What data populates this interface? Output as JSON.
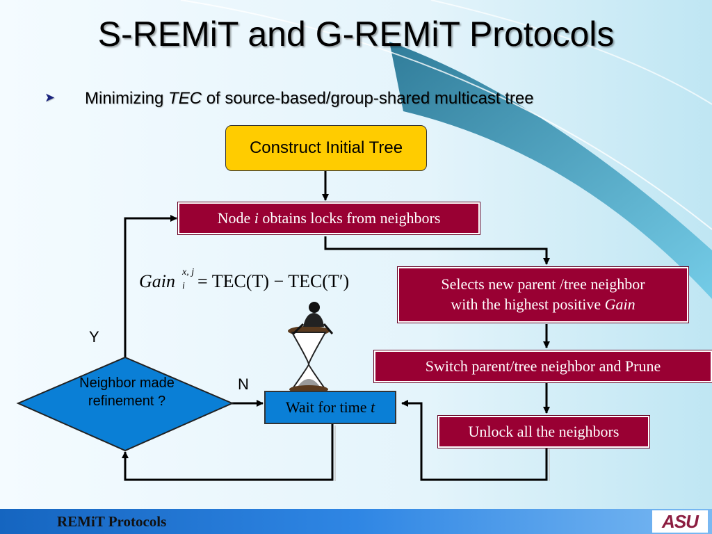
{
  "slide": {
    "title": "S-REMiT and G-REMiT Protocols",
    "bullet": {
      "prefix": "Minimizing ",
      "emphasis": "TEC",
      "suffix": " of source-based/group-shared multicast tree"
    }
  },
  "flowchart": {
    "construct": "Construct Initial Tree",
    "locks_prefix": "Node ",
    "locks_var": "i",
    "locks_suffix": " obtains locks from neighbors",
    "select_line1": "Selects new parent /tree neighbor",
    "select_line2_prefix": "with the highest positive ",
    "select_line2_var": "Gain",
    "switch": "Switch parent/tree neighbor and Prune",
    "unlock": "Unlock all the neighbors",
    "wait_prefix": "Wait for time ",
    "wait_var": "t",
    "decision": "Neighbor made refinement ?",
    "yes_label": "Y",
    "no_label": "N"
  },
  "formula": {
    "base": "Gain",
    "superscript": "x, j",
    "subscript": "i",
    "body": "= TEC(T) − TEC(T′)"
  },
  "footer": {
    "text": "REMiT Protocols",
    "logo": "ASU"
  },
  "colors": {
    "accent_red": "#990033",
    "accent_yellow": "#ffcc00",
    "accent_blue": "#0a7fd6",
    "footer_blue": "#1565c0"
  }
}
